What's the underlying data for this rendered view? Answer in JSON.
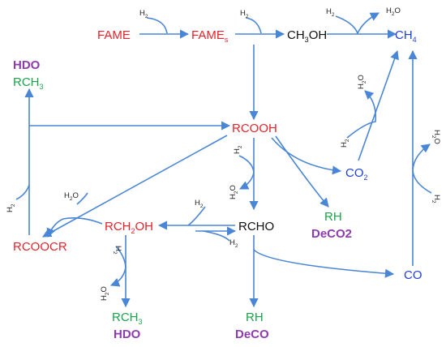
{
  "nodes": {
    "fame": "FAME",
    "fames": "FAME",
    "fames_sub": "s",
    "methanol_a": "CH",
    "methanol_sub": "3",
    "methanol_b": "OH",
    "methane_a": "CH",
    "methane_sub": "4",
    "rcooh": "RCOOH",
    "co2_a": "CO",
    "co2_sub": "2",
    "rcho": "RCHO",
    "rch2oh_a": "RCH",
    "rch2oh_sub": "2",
    "rch2oh_b": "OH",
    "rcoocr": "RCOOCR",
    "co": "CO",
    "rch3_top_a": "RCH",
    "rch3_top_sub": "3",
    "rch3_bot_a": "RCH",
    "rch3_bot_sub": "3",
    "rh_deco2": "RH",
    "rh_deco": "RH"
  },
  "pathways": {
    "hdo_top": "HDO",
    "hdo_bottom": "HDO",
    "deco2": "DeCO2",
    "deco": "DeCO"
  },
  "species": {
    "h2": "H",
    "h2o": "H",
    "o": "O",
    "sub2": "2"
  },
  "colors": {
    "red": "#e5232b",
    "blue": "#1e3fd8",
    "green": "#1aa34a",
    "purple": "#8e3bb1",
    "arrow": "#4a86d6"
  }
}
